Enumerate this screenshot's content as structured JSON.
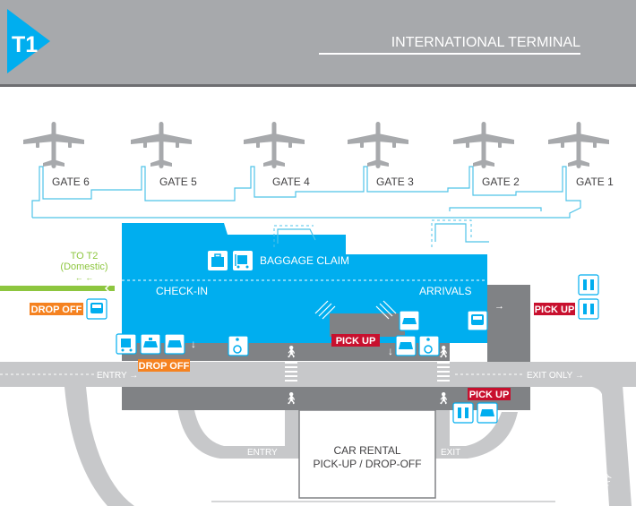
{
  "header": {
    "terminal_badge": "T1",
    "title": "INTERNATIONAL TERMINAL"
  },
  "gates": [
    "GATE 6",
    "GATE 5",
    "GATE 4",
    "GATE 3",
    "GATE 2",
    "GATE 1"
  ],
  "terminal": {
    "baggage_claim": "BAGGAGE CLAIM",
    "check_in": "CHECK-IN",
    "arrivals": "ARRIVALS"
  },
  "connection": {
    "to_t2": "TO T2",
    "domestic": "(Domestic)"
  },
  "badges": {
    "drop_off_left": "DROP OFF",
    "drop_off_curb": "DROP OFF",
    "pick_up_center": "PICK UP",
    "pick_up_right": "PICK UP",
    "pick_up_lower": "PICK UP"
  },
  "roads": {
    "entry_main": "ENTRY →",
    "exit_only": "EXIT ONLY →",
    "entry_lower": "ENTRY",
    "exit_lower": "EXIT",
    "entry_ramp": "ENTRY"
  },
  "car_rental": {
    "line1": "CAR RENTAL",
    "line2": "PICK-UP / DROP-OFF"
  },
  "colors": {
    "header_bg": "#a7a9ac",
    "header_rule": "#6d6e71",
    "terminal_blue": "#00aeef",
    "outline_blue": "#4fc3e8",
    "road_gray": "#c7c8ca",
    "curb_gray": "#808285",
    "drop_off_orange": "#f58220",
    "pick_up_red": "#c8102e",
    "t2_green": "#8dc63f",
    "plane_gray": "#a7a9ac"
  },
  "icons": [
    "airplane-icon",
    "baggage-icon",
    "baggage-cart-icon",
    "car-icon",
    "taxi-icon",
    "bus-icon",
    "wheelchair-icon",
    "pedestrian-icon",
    "restroom-icon"
  ]
}
